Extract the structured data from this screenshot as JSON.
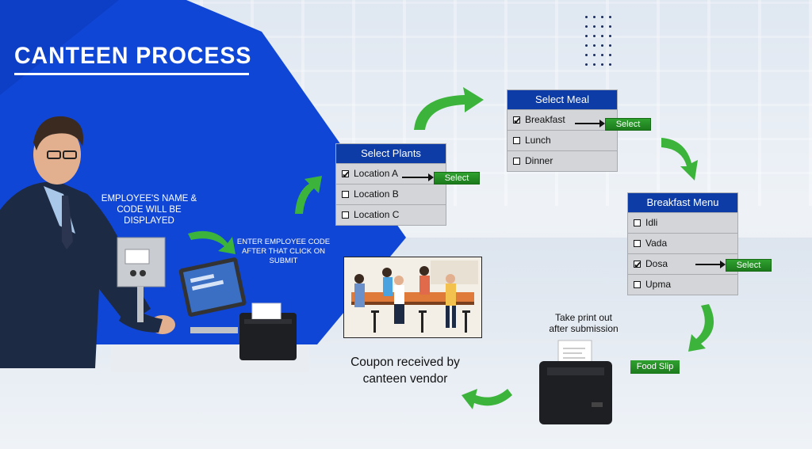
{
  "title": "CANTEEN PROCESS",
  "left_captions": {
    "employee_display": [
      "EMPLOYEE'S NAME &",
      "CODE WILL BE",
      "DISPLAYED"
    ],
    "enter_code": [
      "ENTER EMPLOYEE CODE",
      "AFTER THAT CLICK ON",
      "SUBMIT"
    ]
  },
  "select_plants": {
    "header": "Select Plants",
    "items": [
      {
        "label": "Location A",
        "checked": true
      },
      {
        "label": "Location B",
        "checked": false
      },
      {
        "label": "Location C",
        "checked": false
      }
    ],
    "select_label": "Select"
  },
  "select_meal": {
    "header": "Select Meal",
    "items": [
      {
        "label": "Breakfast",
        "checked": true
      },
      {
        "label": "Lunch",
        "checked": false
      },
      {
        "label": "Dinner",
        "checked": false
      }
    ],
    "select_label": "Select"
  },
  "breakfast_menu": {
    "header": "Breakfast Menu",
    "items": [
      {
        "label": "Idli",
        "checked": false
      },
      {
        "label": "Vada",
        "checked": false
      },
      {
        "label": "Dosa",
        "checked": true
      },
      {
        "label": "Upma",
        "checked": false
      }
    ],
    "select_label": "Select"
  },
  "print_caption": [
    "Take print out",
    "after submission"
  ],
  "food_slip": "Food Slip",
  "coupon_caption": [
    "Coupon received by",
    "canteen vendor"
  ],
  "colors": {
    "blue": "#1046d6",
    "panel_header": "#0d3ca6",
    "green": "#2fa12f"
  }
}
